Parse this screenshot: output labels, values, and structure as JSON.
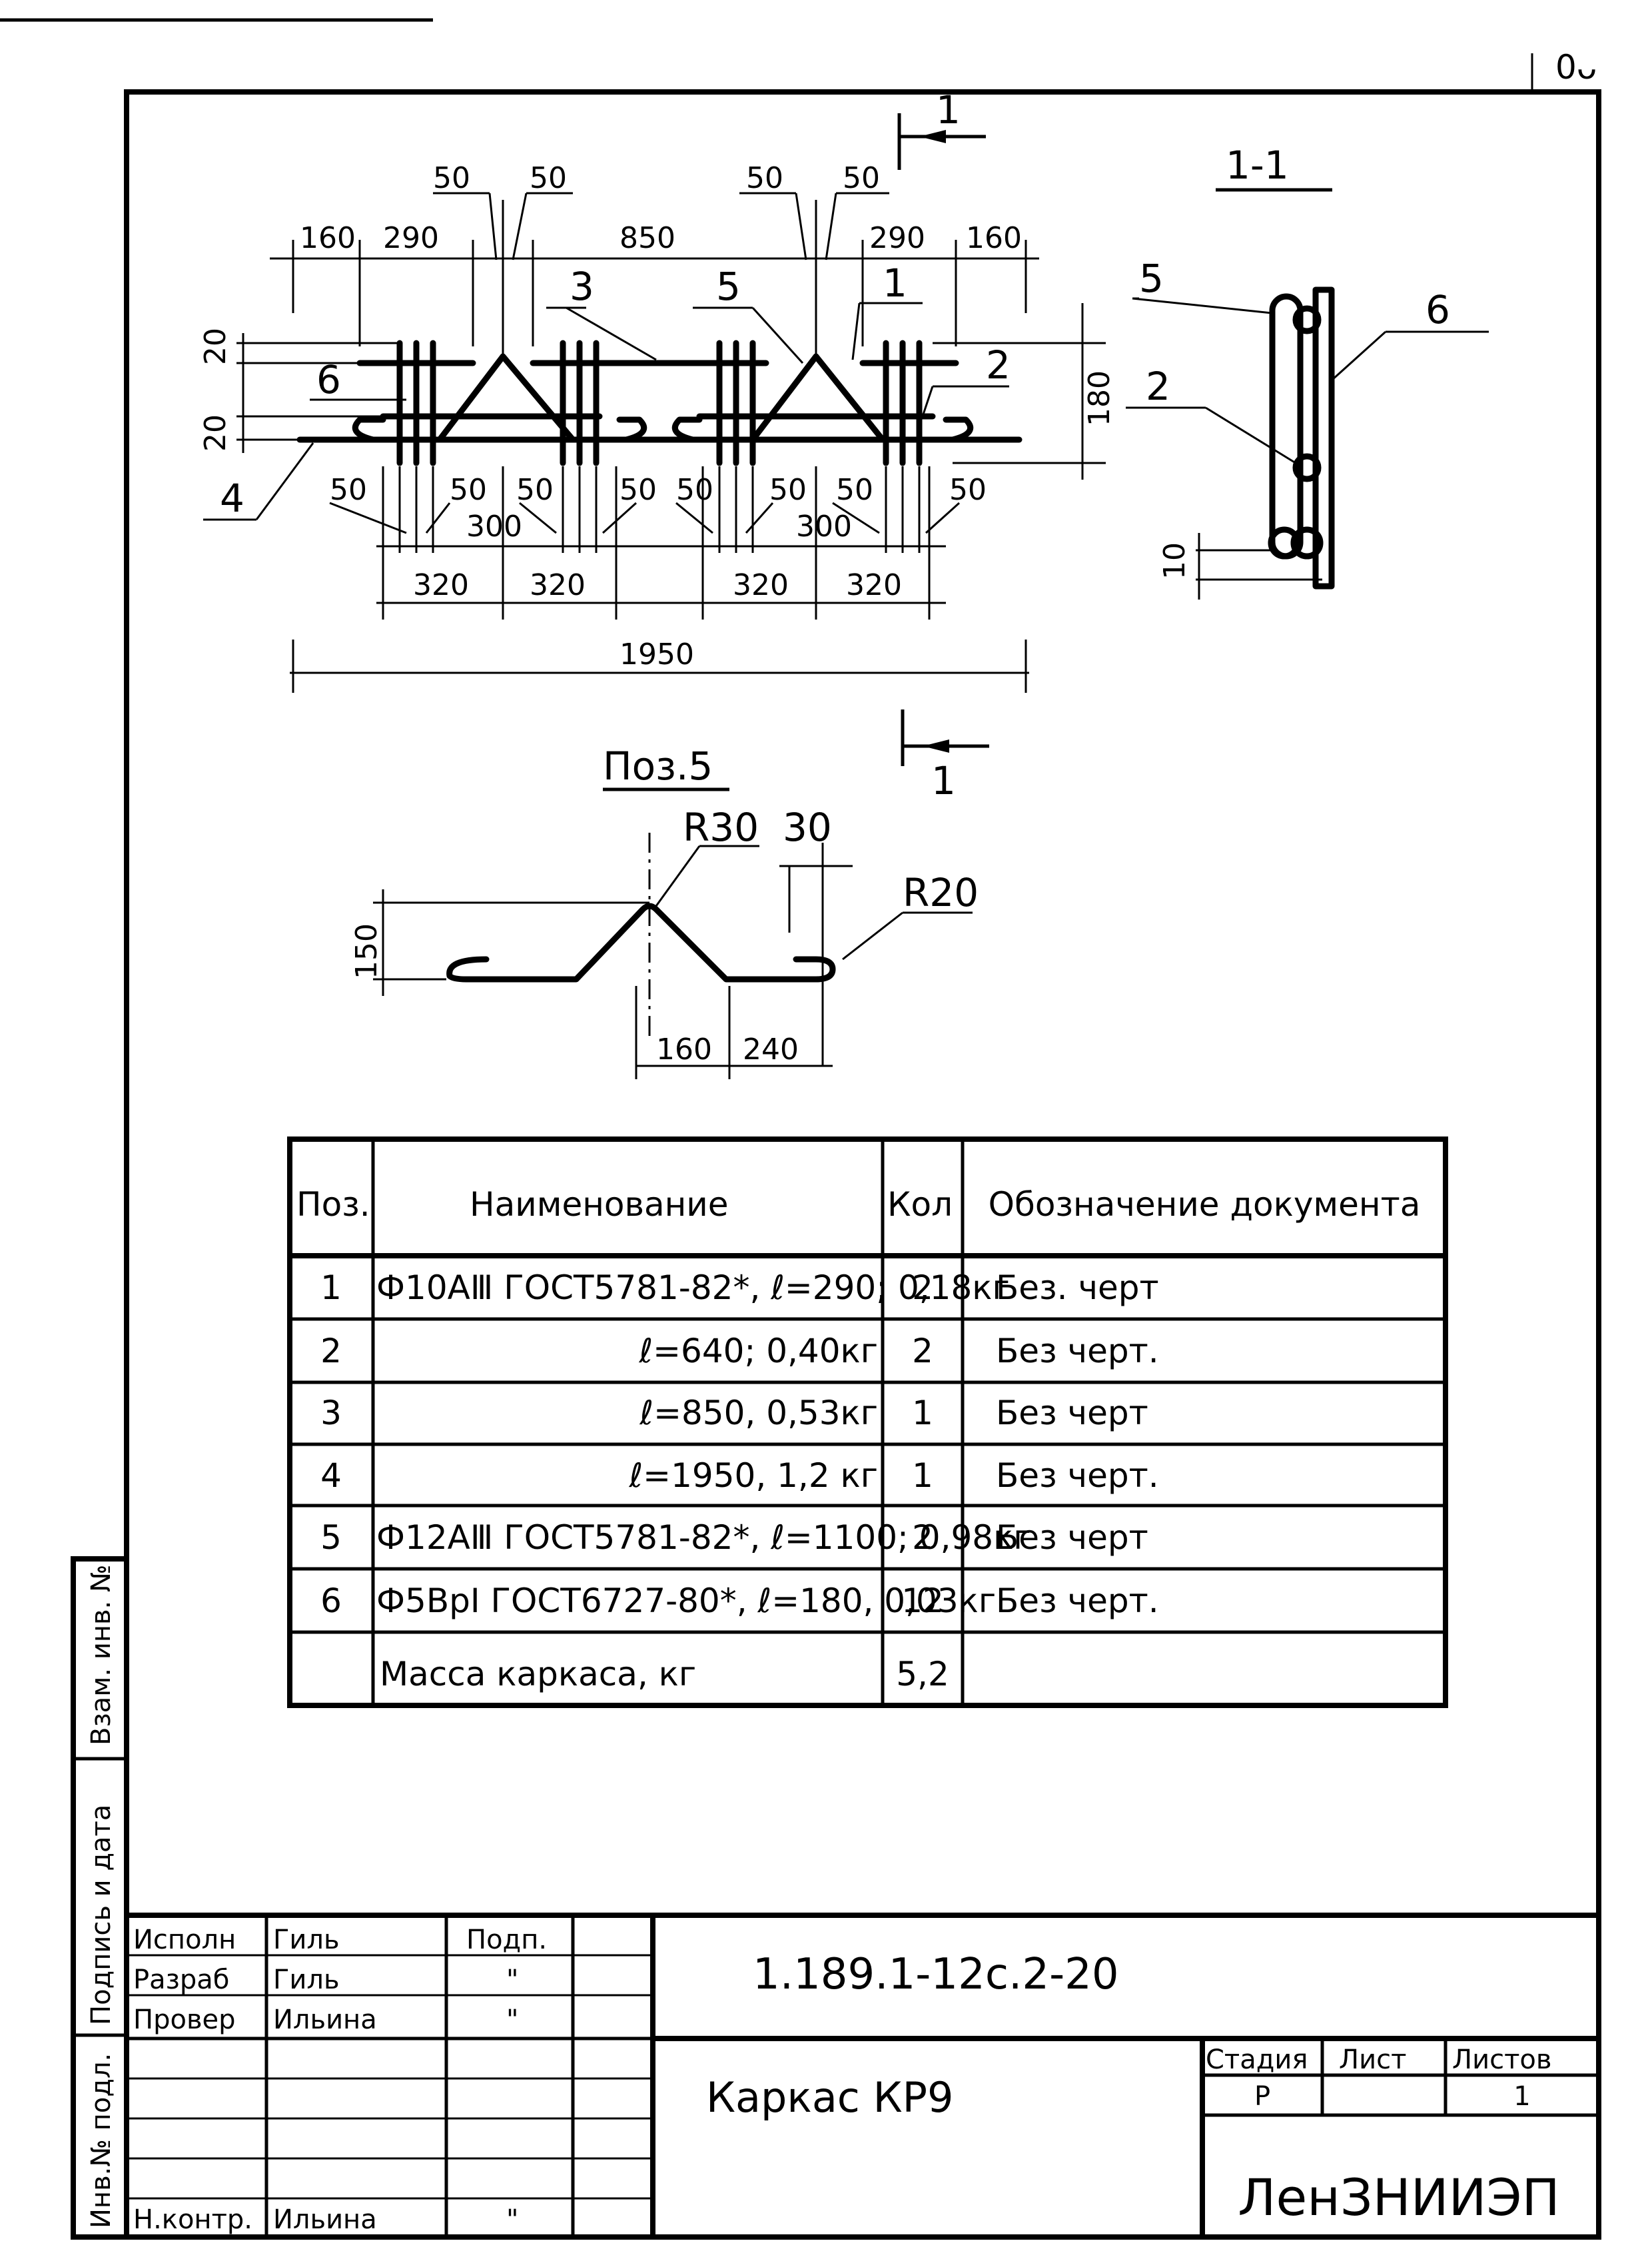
{
  "corner_mark": "0ᴗ",
  "section_view_title": "1-1",
  "section_mark_label": "1",
  "main_view": {
    "top_dims_a": [
      "50",
      "50",
      "50",
      "50"
    ],
    "top_dims_b": [
      "160",
      "290",
      "850",
      "290",
      "160"
    ],
    "left_dims": [
      "20",
      "20"
    ],
    "right_dim": "180",
    "bottom_dims_a": [
      "50",
      "50",
      "50",
      "50",
      "50",
      "50",
      "50",
      "50"
    ],
    "bottom_dims_300": [
      "300",
      "300"
    ],
    "bottom_dims_320": [
      "320",
      "320",
      "320",
      "320"
    ],
    "total_dim": "1950",
    "position_labels": [
      "3",
      "5",
      "1",
      "6",
      "2",
      "4"
    ]
  },
  "section_view": {
    "labels": [
      "5",
      "6",
      "2"
    ],
    "dim": "10"
  },
  "pos5_view": {
    "title": "Поз.5",
    "dims": [
      "R30",
      "30",
      "R20",
      "150",
      "160",
      "240"
    ]
  },
  "spec_table": {
    "headers": [
      "Поз.",
      "Наименование",
      "Кол",
      "Обозначение документа"
    ],
    "rows": [
      [
        "1",
        "Ф10АⅢ ГОСТ5781-82*, ℓ=290; 0,18кг",
        "2",
        "Без. черт"
      ],
      [
        "2",
        "ℓ=640; 0,40кг",
        "2",
        "Без черт."
      ],
      [
        "3",
        "ℓ=850, 0,53кг",
        "1",
        "Без черт"
      ],
      [
        "4",
        "ℓ=1950, 1,2 кг",
        "1",
        "Без черт."
      ],
      [
        "5",
        "Ф12АⅢ ГОСТ5781-82*, ℓ=1100; 0,98кг",
        "2",
        "Без черт"
      ],
      [
        "6",
        "Ф5ВрⅠ ГОСТ6727-80*, ℓ=180, 0,03кг",
        "12",
        "Без черт."
      ],
      [
        "",
        "Масса каркаса, кг",
        "5,2",
        ""
      ]
    ]
  },
  "left_margin_labels": [
    "Взам. инв. №",
    "Подпись и дата",
    "Инв.№ подл."
  ],
  "title_block": {
    "roles": [
      "Исполн",
      "Разраб",
      "Провер",
      "",
      "",
      "",
      "",
      "Н.контр."
    ],
    "names": [
      "Гиль",
      "Гиль",
      "Ильина",
      "",
      "",
      "",
      "",
      "Ильина"
    ],
    "sign_header": "Подп.",
    "signs": [
      "",
      "\"",
      "\"",
      "",
      "",
      "",
      "",
      "\""
    ],
    "doc_code": "1.189.1-12с.2-20",
    "part_name": "Каркас КР9",
    "stage_label": "Стадия",
    "sheet_label": "Лист",
    "sheets_label": "Листов",
    "stage": "Р",
    "sheet": "",
    "sheets": "1",
    "org": "ЛенЗНИИЭП"
  }
}
